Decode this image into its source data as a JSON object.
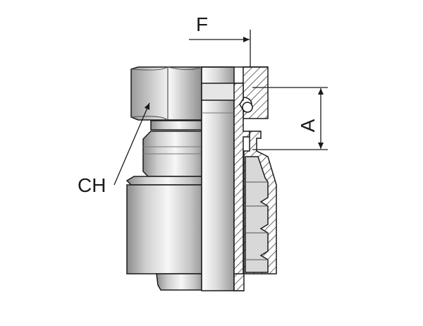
{
  "diagram": {
    "labels": {
      "F": "F",
      "A": "A",
      "CH": "CH"
    },
    "colors": {
      "outline": "#1a1a1a",
      "metal_light": "#f4f4f4",
      "metal_mid": "#c9c9c9",
      "metal_dark": "#8a8a8a",
      "hatch": "#2a2a2a"
    }
  }
}
